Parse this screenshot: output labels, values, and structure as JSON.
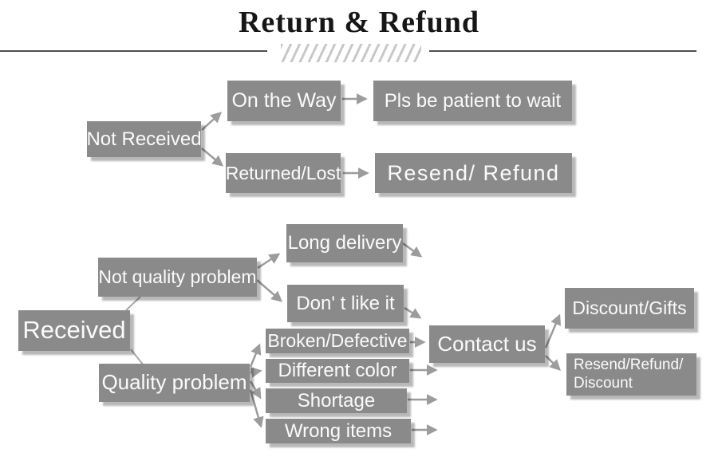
{
  "title": "Return & Refund",
  "theme": {
    "node_fill": "#8a8a8a",
    "node_text": "#fbfbfb",
    "arrow_color": "#9c9c9c",
    "title_color": "#161616",
    "rule_color": "#4f4f4f",
    "hatch_color": "#c8c8c8",
    "background": "#ffffff"
  },
  "flowchart": {
    "nodes": {
      "not_received": {
        "label": "Not Received"
      },
      "on_the_way": {
        "label": "On the Way"
      },
      "pls_wait": {
        "label": "Pls be patient to wait"
      },
      "returned_lost": {
        "label": "Returned/Lost"
      },
      "resend_refund": {
        "label": "Resend/ Refund"
      },
      "received": {
        "label": "Received"
      },
      "not_quality_problem": {
        "label": "Not quality problem"
      },
      "quality_problem": {
        "label": "Quality problem"
      },
      "long_delivery": {
        "label": "Long delivery"
      },
      "dont_like_it": {
        "label": "Don' t like it"
      },
      "broken_defective": {
        "label": "Broken/Defective"
      },
      "different_color": {
        "label": "Different color"
      },
      "shortage": {
        "label": "Shortage"
      },
      "wrong_items": {
        "label": "Wrong items"
      },
      "contact_us": {
        "label": "Contact us"
      },
      "discount_gifts": {
        "label": "Discount/Gifts"
      },
      "resend_refund_discount": {
        "label": "Resend/Refund/\nDiscount"
      }
    },
    "edges": [
      {
        "from": "not_received",
        "to": "on_the_way"
      },
      {
        "from": "not_received",
        "to": "returned_lost"
      },
      {
        "from": "on_the_way",
        "to": "pls_wait"
      },
      {
        "from": "returned_lost",
        "to": "resend_refund"
      },
      {
        "from": "received",
        "to": "not_quality_problem"
      },
      {
        "from": "received",
        "to": "quality_problem"
      },
      {
        "from": "not_quality_problem",
        "to": "long_delivery"
      },
      {
        "from": "not_quality_problem",
        "to": "dont_like_it"
      },
      {
        "from": "long_delivery",
        "to": "contact_us"
      },
      {
        "from": "dont_like_it",
        "to": "contact_us"
      },
      {
        "from": "quality_problem",
        "to": "broken_defective"
      },
      {
        "from": "quality_problem",
        "to": "different_color"
      },
      {
        "from": "quality_problem",
        "to": "shortage"
      },
      {
        "from": "quality_problem",
        "to": "wrong_items"
      },
      {
        "from": "broken_defective",
        "to": "contact_us"
      },
      {
        "from": "different_color",
        "to": "contact_us"
      },
      {
        "from": "shortage",
        "to": "contact_us"
      },
      {
        "from": "wrong_items",
        "to": "contact_us"
      },
      {
        "from": "contact_us",
        "to": "discount_gifts"
      },
      {
        "from": "contact_us",
        "to": "resend_refund_discount"
      }
    ]
  }
}
